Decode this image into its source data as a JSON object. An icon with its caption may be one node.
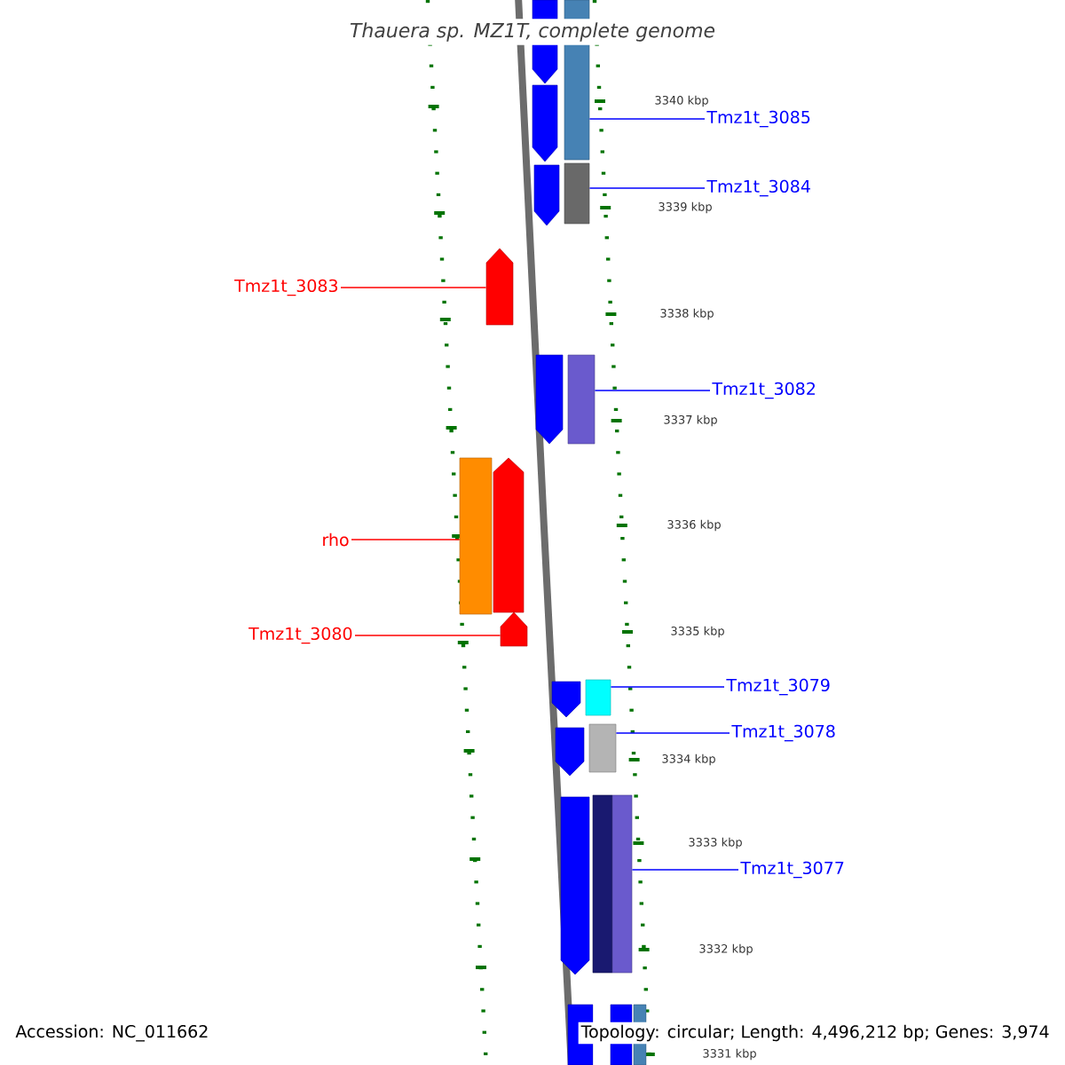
{
  "diagram": {
    "title": "Thauera sp. MZ1T, complete genome",
    "nodes": [
      {
        "text": [],
        "shape": "pentagon"
      },
      {
        "text": [],
        "shape": "bar"
      },
      {
        "text": [],
        "shape": "pentagon"
      },
      {
        "text": [
          "Tmz1t_3085"
        ]
      },
      {
        "text": [],
        "shape": "pentagon"
      },
      {
        "text": [],
        "shape": "bar"
      },
      {
        "text": [
          "Tmz1t_3084"
        ]
      },
      {
        "text": [],
        "shape": "pentagon"
      },
      {
        "text": [
          "Tmz1t_3083"
        ]
      },
      {
        "text": [],
        "shape": "pentagon"
      },
      {
        "text": [],
        "shape": "bar"
      },
      {
        "text": [
          "Tmz1t_3082"
        ]
      },
      {
        "text": [],
        "shape": "bar"
      },
      {
        "text": [],
        "shape": "pentagon"
      },
      {
        "text": [
          "rho"
        ]
      },
      {
        "text": [],
        "shape": "pentagon"
      },
      {
        "text": [
          "Tmz1t_3080"
        ]
      },
      {
        "text": [],
        "shape": "pentagon"
      },
      {
        "text": [],
        "shape": "bar"
      },
      {
        "text": [
          "Tmz1t_3079"
        ]
      },
      {
        "text": [],
        "shape": "pentagon"
      },
      {
        "text": [],
        "shape": "bar"
      },
      {
        "text": [
          "Tmz1t_3078"
        ]
      },
      {
        "text": [],
        "shape": "pentagon"
      },
      {
        "text": [],
        "shape": "bar"
      },
      {
        "text": [],
        "shape": "bar"
      },
      {
        "text": [
          "Tmz1t_3077"
        ]
      },
      {
        "text": [],
        "shape": "bar"
      },
      {
        "text": [],
        "shape": "bar"
      },
      {
        "text": [],
        "shape": "bar"
      }
    ],
    "edges": [
      {
        "from": 3,
        "to": 1,
        "arrow": "none"
      },
      {
        "from": 6,
        "to": 5,
        "arrow": "none"
      },
      {
        "from": 8,
        "to": 7,
        "arrow": "none",
        "color": "#ff0000"
      },
      {
        "from": 11,
        "to": 10,
        "arrow": "none"
      },
      {
        "from": 14,
        "to": 12,
        "arrow": "none",
        "color": "#ff0000"
      },
      {
        "from": 16,
        "to": 15,
        "arrow": "none",
        "color": "#ff0000"
      },
      {
        "from": 19,
        "to": 18,
        "arrow": "none"
      },
      {
        "from": 22,
        "to": 21,
        "arrow": "none"
      },
      {
        "from": 26,
        "to": 25,
        "arrow": "none"
      }
    ],
    "labels": [
      "3340 kbp",
      "3339 kbp",
      "3338 kbp",
      "3337 kbp",
      "3336 kbp",
      "3335 kbp",
      "3334 kbp",
      "3333 kbp",
      "3332 kbp",
      "3331 kbp",
      "Accession: NC_011662",
      "Topology: circular; Length: 4,496,212 bp; Genes: 3,974"
    ]
  }
}
